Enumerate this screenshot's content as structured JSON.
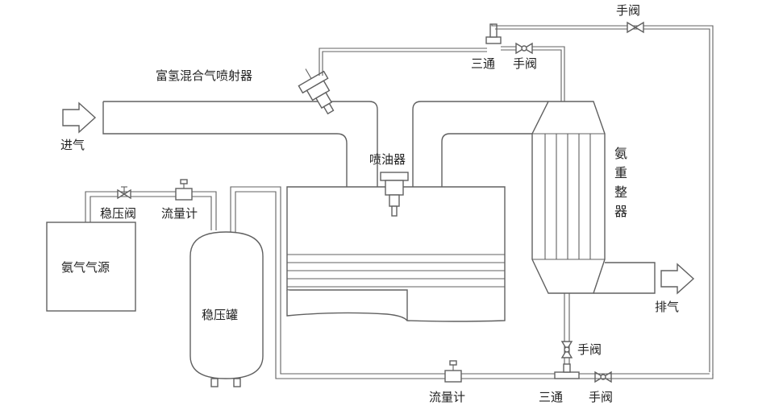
{
  "labels": {
    "injector_mix": "富氢混合气喷射器",
    "intake": "进气",
    "fuel_injector": "喷油器",
    "reformer": [
      "氨",
      "重",
      "整",
      "器"
    ],
    "exhaust": "排气",
    "ammonia_source": "氨气气源",
    "regulator_valve": "稳压阀",
    "flowmeter_top": "流量计",
    "surge_tank": "稳压罐",
    "flowmeter_bottom": "流量计",
    "tee_top": "三通",
    "tee_bottom": "三通",
    "manual_valve_top_right": "手阀",
    "manual_valve_top_tee": "手阀",
    "manual_valve_right_vertical": "手阀",
    "manual_valve_bottom_right": "手阀"
  },
  "colors": {
    "line": "#606060",
    "text": "#222222",
    "background": "#ffffff"
  }
}
